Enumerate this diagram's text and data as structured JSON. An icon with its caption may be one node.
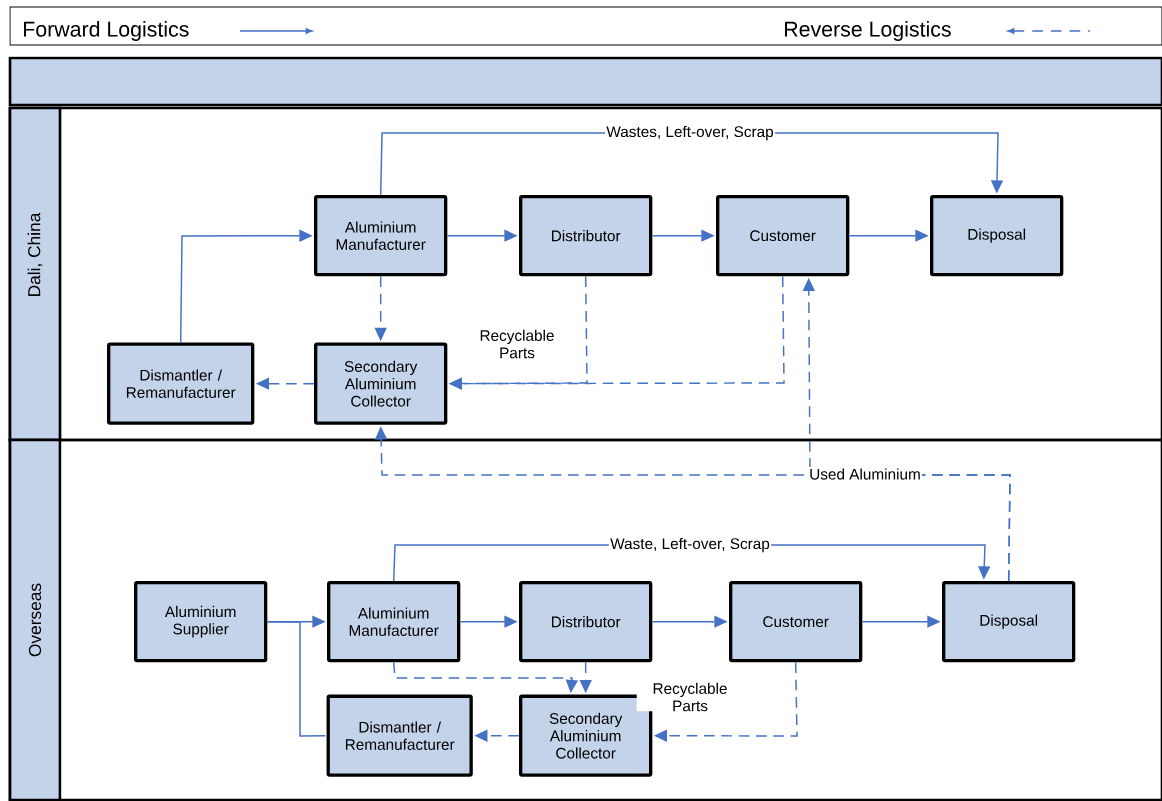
{
  "diagram": {
    "nodes": [
      {
        "text": [
          "Dali, China"
        ]
      },
      {
        "text": [
          "Aluminium Manufacturer"
        ],
        "in": 0
      },
      {
        "text": [
          "Distributor"
        ],
        "in": 0
      },
      {
        "text": [
          "Customer"
        ],
        "in": 0
      },
      {
        "text": [
          "Disposal"
        ],
        "in": 0
      },
      {
        "text": [
          "Dismantler / Remanufacturer"
        ],
        "in": 0
      },
      {
        "text": [
          "Secondary Aluminium Collector"
        ],
        "in": 0
      },
      {
        "text": [
          "Overseas"
        ]
      },
      {
        "text": [
          "Aluminium Supplier"
        ],
        "in": 7
      },
      {
        "text": [
          "Aluminium Manufacturer"
        ],
        "in": 7
      },
      {
        "text": [
          "Distributor"
        ],
        "in": 7
      },
      {
        "text": [
          "Customer"
        ],
        "in": 7
      },
      {
        "text": [
          "Disposal"
        ],
        "in": 7
      },
      {
        "text": [
          "Dismantler / Remanufacturer"
        ],
        "in": 7
      },
      {
        "text": [
          "Secondary Aluminium Collector"
        ],
        "in": 7
      }
    ],
    "edges": [
      {
        "from": 1,
        "to": 4,
        "arrow": "to",
        "label": "Wastes, Left-over, Scrap"
      },
      {
        "from": 5,
        "to": 1,
        "arrow": "to"
      },
      {
        "from": 1,
        "to": 2,
        "arrow": "to"
      },
      {
        "from": 2,
        "to": 3,
        "arrow": "to"
      },
      {
        "from": 3,
        "to": 4,
        "arrow": "to"
      },
      {
        "from": 1,
        "to": 6,
        "arrow": "to",
        "style": "dashed"
      },
      {
        "from": 2,
        "to": 6,
        "arrow": "to",
        "style": "dashed"
      },
      {
        "from": 3,
        "to": 6,
        "arrow": "to",
        "style": "dashed"
      },
      {
        "from": 6,
        "to": 5,
        "arrow": "to",
        "style": "dashed"
      },
      {
        "from": 12,
        "to": 6,
        "arrow": "to",
        "style": "dashed",
        "label": "Used Aluminium"
      },
      {
        "from": 12,
        "to": 3,
        "arrow": "to",
        "style": "dashed"
      },
      {
        "from": 8,
        "to": 9,
        "arrow": "to"
      },
      {
        "from": 8,
        "to": 13,
        "arrow": "none"
      },
      {
        "from": 9,
        "to": 12,
        "arrow": "to",
        "label": "Waste, Left-over, Scrap"
      },
      {
        "from": 9,
        "to": 10,
        "arrow": "to"
      },
      {
        "from": 10,
        "to": 11,
        "arrow": "to"
      },
      {
        "from": 11,
        "to": 12,
        "arrow": "to"
      },
      {
        "from": 9,
        "to": 14,
        "arrow": "to",
        "style": "dashed"
      },
      {
        "from": 10,
        "to": 14,
        "arrow": "to",
        "style": "dashed"
      },
      {
        "from": 11,
        "to": 14,
        "arrow": "to",
        "style": "dashed"
      },
      {
        "from": 14,
        "to": 13,
        "arrow": "to",
        "style": "dashed"
      }
    ],
    "labels": [
      "Recyclable Parts",
      "Recyclable Parts"
    ],
    "legend": [
      {
        "text": "Forward Logistics"
      },
      {
        "text": "Reverse Logistics"
      }
    ]
  }
}
